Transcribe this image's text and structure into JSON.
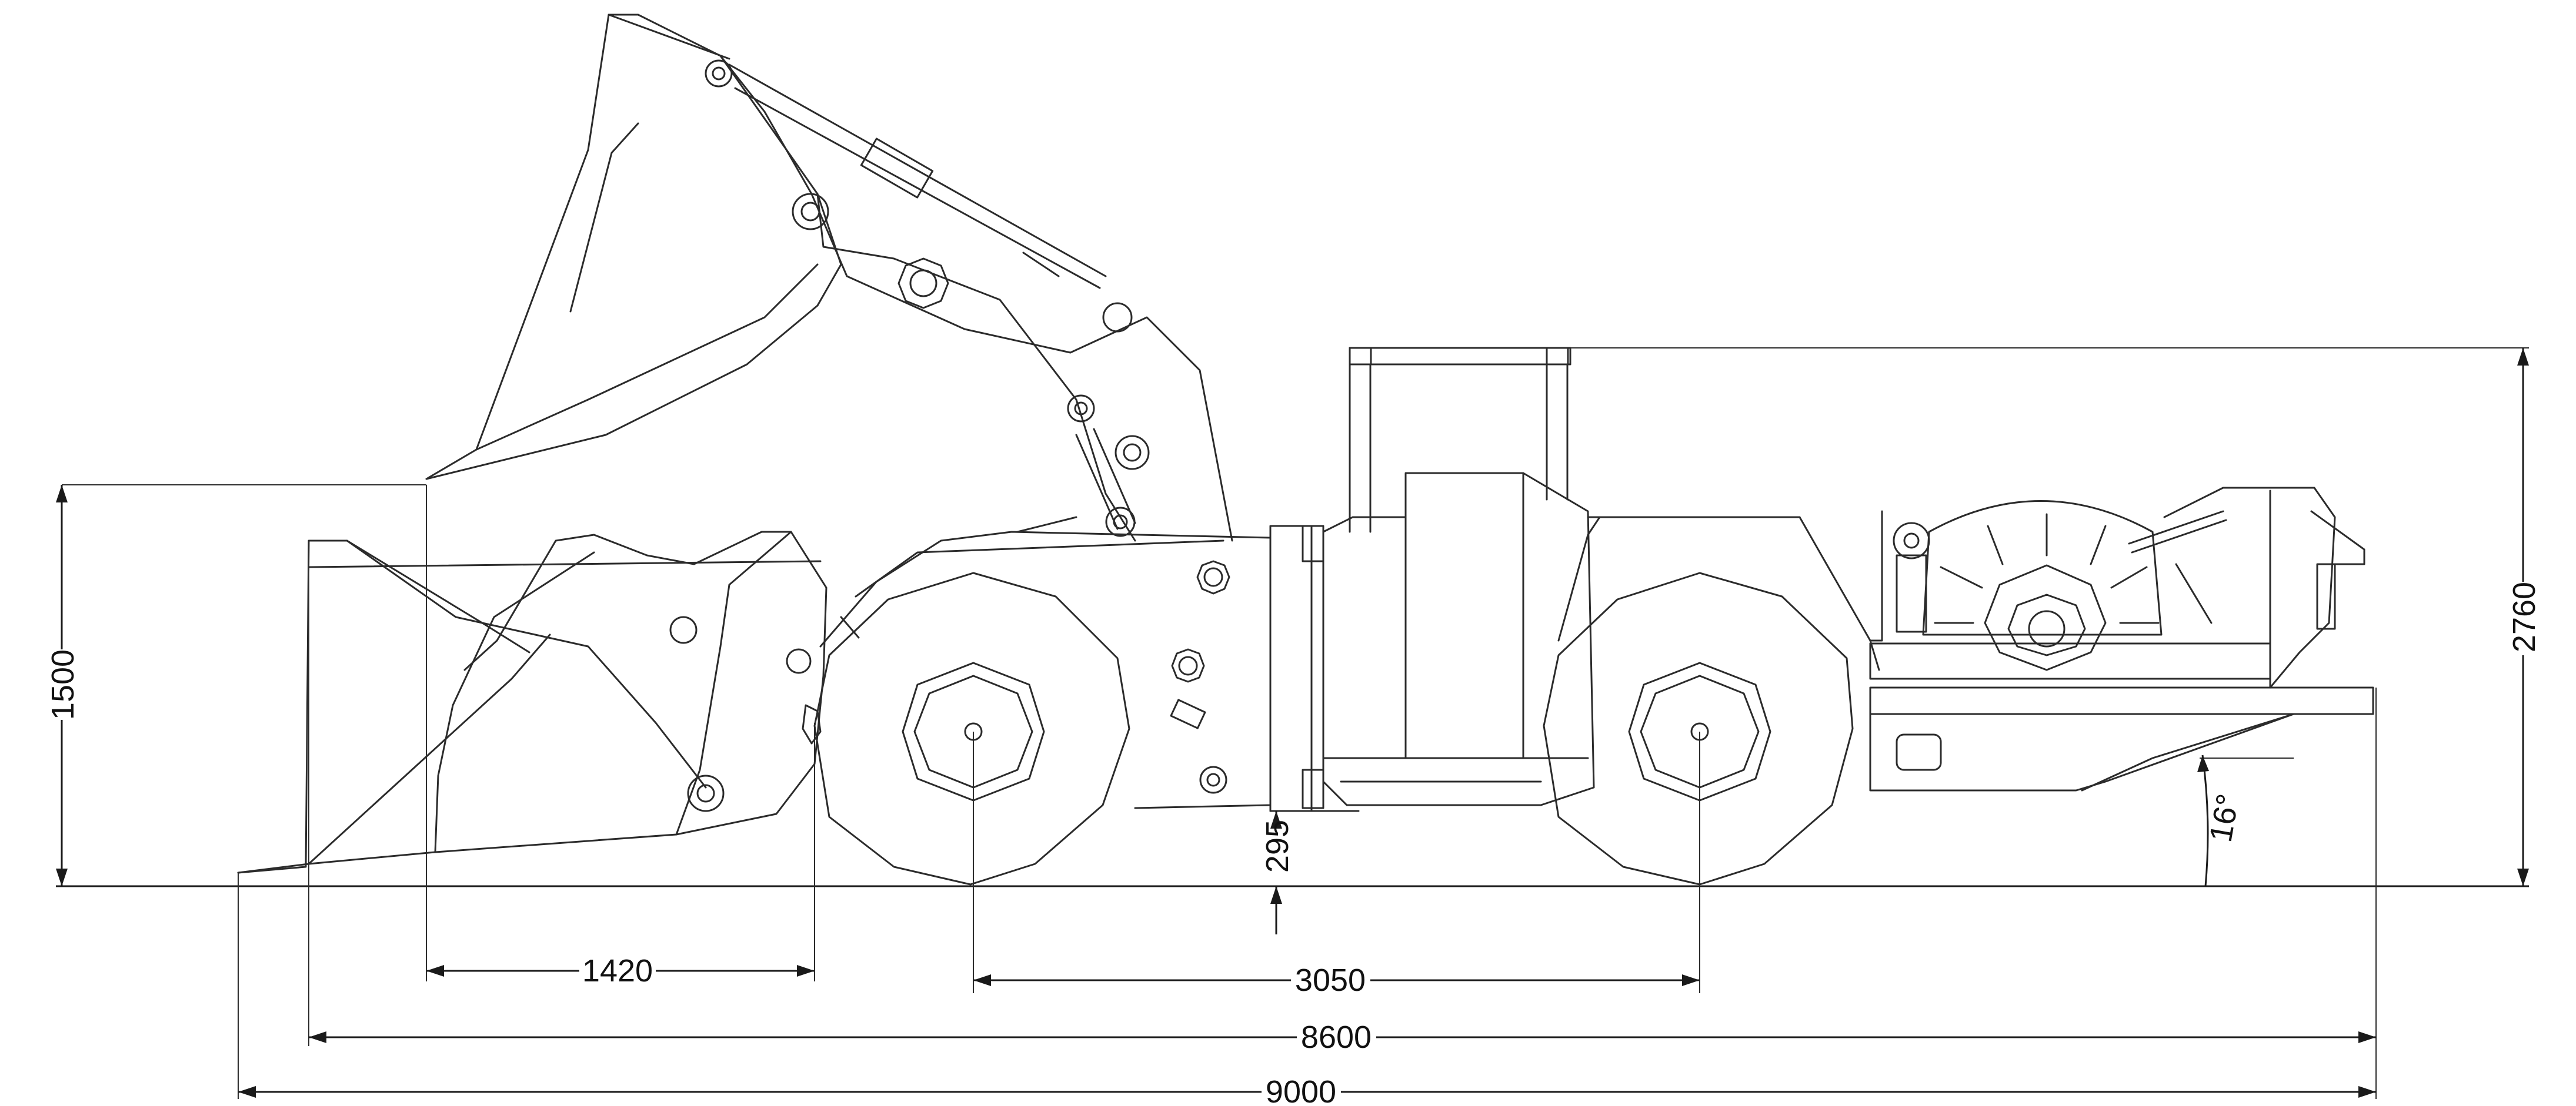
{
  "dimensions": {
    "h_1500": "1500",
    "h_2760": "2760",
    "h_295": "295",
    "angle_16": "16°",
    "w_1420": "1420",
    "w_3050": "3050",
    "w_8600": "8600",
    "w_9000": "9000"
  }
}
